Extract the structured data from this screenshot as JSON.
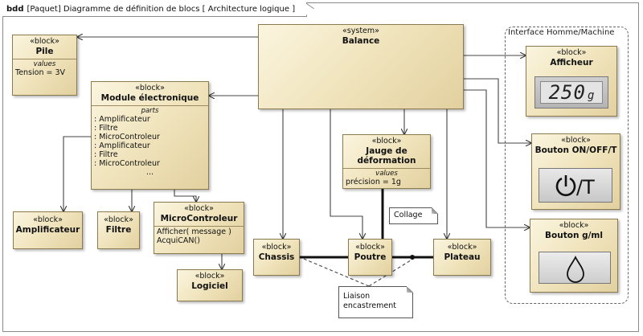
{
  "frame": {
    "kind": "bdd",
    "title": "[Paquet] Diagramme de définition de blocs  [ Architecture logique ]"
  },
  "hmi_boundary": {
    "label": "Interface Homme/Machine"
  },
  "blocks": {
    "balance": {
      "stereotype": "«system»",
      "name": "Balance"
    },
    "pile": {
      "stereotype": "«block»",
      "name": "Pile",
      "section_title": "values",
      "values": [
        "Tension = 3V"
      ]
    },
    "module": {
      "stereotype": "«block»",
      "name": "Module électronique",
      "section_title": "parts",
      "parts": [
        ": Amplificateur",
        ": Filtre",
        ": MicroControleur",
        ": Amplificateur",
        ": Filtre",
        ": MicroControleur",
        "..."
      ]
    },
    "amplificateur": {
      "stereotype": "«block»",
      "name": "Amplificateur"
    },
    "filtre": {
      "stereotype": "«block»",
      "name": "Filtre"
    },
    "microcontroleur": {
      "stereotype": "«block»",
      "name": "MicroControleur",
      "operations": [
        "Afficher( message )",
        "AcquiCAN()"
      ]
    },
    "logiciel": {
      "stereotype": "«block»",
      "name": "Logiciel"
    },
    "jauge": {
      "stereotype": "«block»",
      "name_line1": "Jauge de",
      "name_line2": "déformation",
      "section_title": "values",
      "values": [
        "précision = 1g"
      ]
    },
    "chassis": {
      "stereotype": "«block»",
      "name": "Chassis"
    },
    "poutre": {
      "stereotype": "«block»",
      "name": "Poutre"
    },
    "plateau": {
      "stereotype": "«block»",
      "name": "Plateau"
    },
    "afficheur": {
      "stereotype": "«block»",
      "name": "Afficheur",
      "display_text": "250",
      "display_unit": "g"
    },
    "bouton_onoff": {
      "stereotype": "«block»",
      "name": "Bouton ON/OFF/T",
      "symbol": "⏻/T"
    },
    "bouton_gml": {
      "stereotype": "«block»",
      "name": "Bouton g/ml",
      "symbol": "drop-icon"
    }
  },
  "notes": {
    "collage": "Collage",
    "liaison_line1": "Liaison",
    "liaison_line2": "encastrement"
  },
  "colors": {
    "block_fill": "#efe2b9",
    "block_border": "#8b7a50",
    "display_text": "#222222"
  }
}
